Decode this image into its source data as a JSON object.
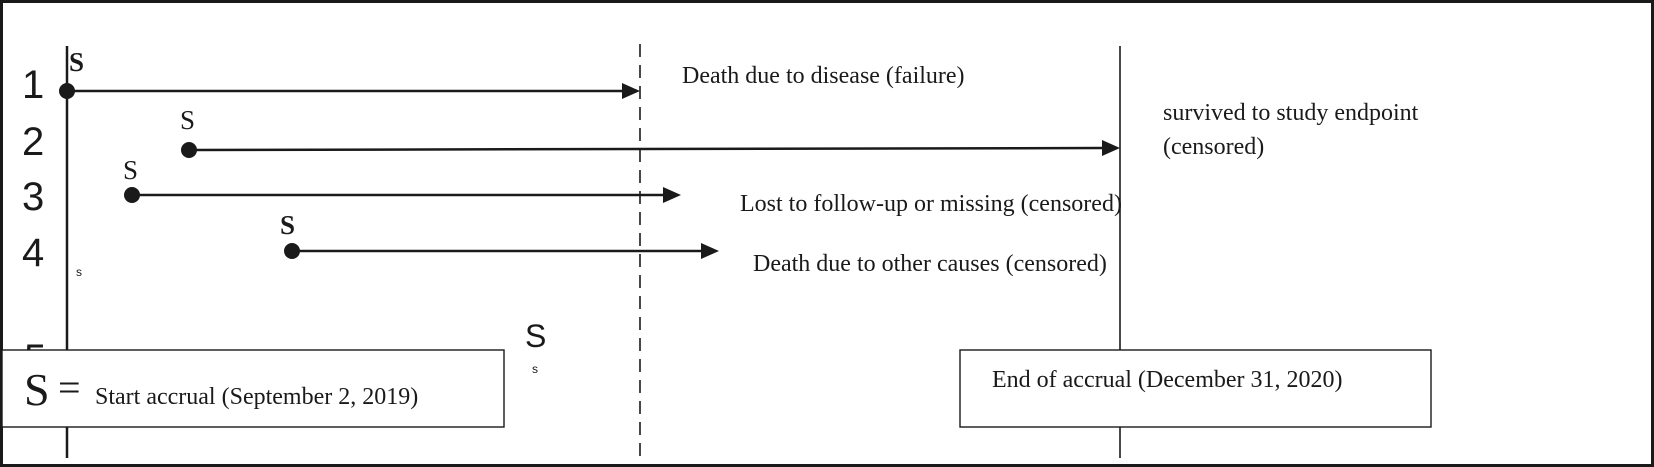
{
  "rows": [
    {
      "number": "1",
      "start_label": "S",
      "outcome": "Death due to disease (failure)"
    },
    {
      "number": "2",
      "start_label": "S",
      "outcome_line1": "survived to study endpoint",
      "outcome_line2": "(censored)"
    },
    {
      "number": "3",
      "start_label": "S",
      "outcome": "Lost to follow-up or missing (censored)"
    },
    {
      "number": "4",
      "start_label": "S",
      "outcome": "Death due to other causes (censored)"
    }
  ],
  "stray_marks": {
    "small_s_left": "s",
    "large_s_mid": "S",
    "small_s_mid": "s",
    "partial_digit": "5"
  },
  "legend": {
    "symbol": "S",
    "equals": "=",
    "text": "Start accrual (September 2, 2019)"
  },
  "end_box": {
    "text": "End of accrual (December 31, 2020)"
  }
}
